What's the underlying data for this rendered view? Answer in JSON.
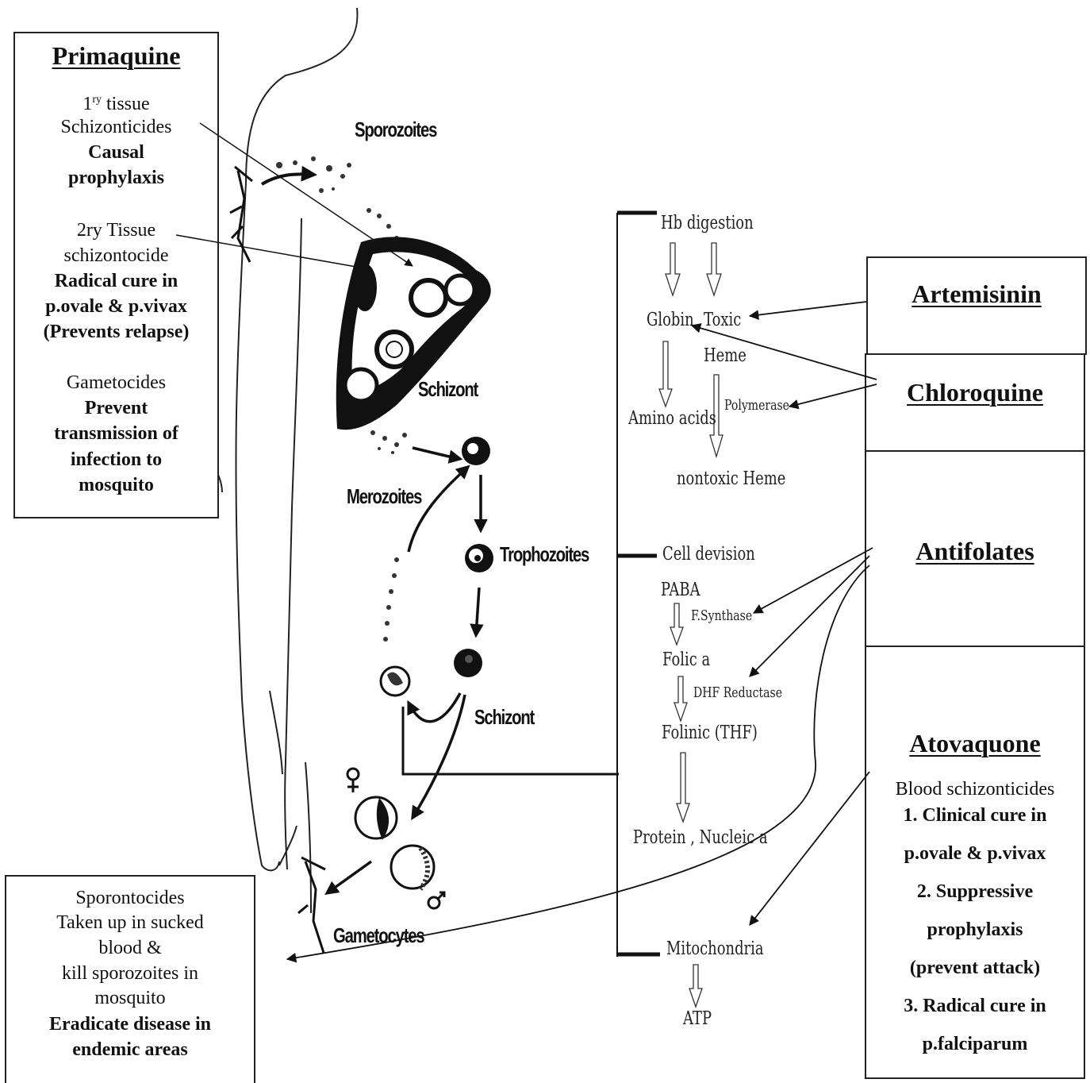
{
  "primaquine": {
    "title": "Primaquine",
    "primary_prefix": "1",
    "primary_sup": "ry",
    "primary_suffix": " tissue",
    "primary_l2": "Schizonticides",
    "primary_l3": "Causal",
    "primary_l4": "prophylaxis",
    "secondary_l1": "2ry Tissue",
    "secondary_l2": "schizontocide",
    "secondary_l3": "Radical cure in",
    "secondary_l4": "p.ovale & p.vivax",
    "secondary_l5": "(Prevents relapse)",
    "gam_l1": "Gametocides",
    "gam_l2": "Prevent",
    "gam_l3": "transmission of",
    "gam_l4": "infection to",
    "gam_l5": "mosquito"
  },
  "sporont": {
    "l1": "Sporontocides",
    "l2": "Taken up in sucked",
    "l3": "blood &",
    "l4": "kill sporozoites in",
    "l5": "mosquito",
    "l6": "Eradicate disease in",
    "l7": "endemic areas"
  },
  "lifecycle": {
    "sporozoites": "Sporozoites",
    "schizont_liver": "Schizont",
    "merozoites": "Merozoites",
    "trophozoites": "Trophozoites",
    "schizont_blood": "Schizont",
    "gametocytes": "Gametocytes"
  },
  "pathways": {
    "hb_digestion": "Hb digestion",
    "globin": "Globin",
    "toxic": "Toxic",
    "heme": "Heme",
    "amino_acids": "Amino acids",
    "polymerase": "Polymerase",
    "nontoxic_heme": "nontoxic Heme",
    "cell_division": "Cell devision",
    "paba": "PABA",
    "f_synthase": "F.Synthase",
    "folic": "Folic a",
    "dhf_reductase": "DHF Reductase",
    "folinic": "Folinic (THF)",
    "protein": "Protein , Nucleic a",
    "mitochondria": "Mitochondria",
    "atp": "ATP"
  },
  "drugs": {
    "artemisinin": "Artemisinin",
    "chloroquine": "Chloroquine",
    "antifolates": "Antifolates",
    "atovaquone": "Atovaquone",
    "atov_l1": "Blood schizonticides",
    "atov_l2": "1. Clinical cure in",
    "atov_l3": "p.ovale & p.vivax",
    "atov_l4": "2. Suppressive",
    "atov_l5": "prophylaxis",
    "atov_l6": "(prevent attack)",
    "atov_l7": "3. Radical cure in",
    "atov_l8": "p.falciparum"
  }
}
